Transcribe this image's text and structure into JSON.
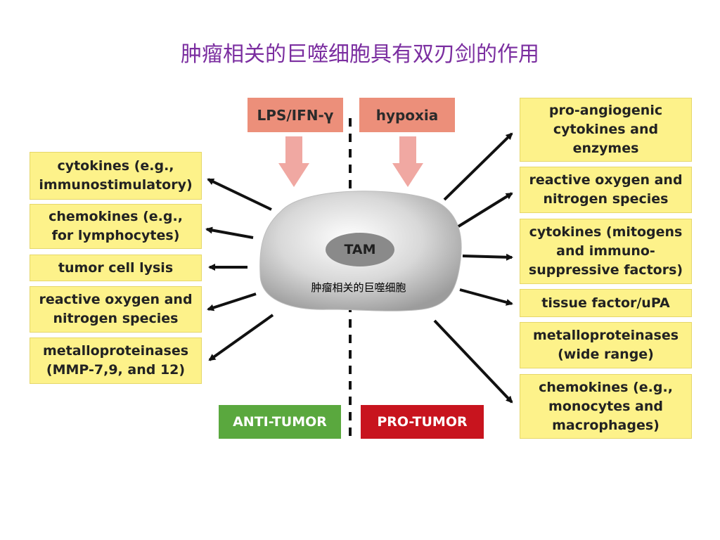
{
  "title": "肿瘤相关的巨噬细胞具有双刃剑的作用",
  "stimuli": {
    "left": "LPS/IFN-γ",
    "right": "hypoxia"
  },
  "cell": {
    "name": "TAM",
    "label": "肿瘤相关的巨噬细胞"
  },
  "anti_tumor": {
    "tag": "ANTI-TUMOR",
    "items": [
      "cytokines (e.g.,\nimmunostimulatory)",
      "chemokines (e.g.,\nfor lymphocytes)",
      "tumor cell lysis",
      "reactive oxygen and\nnitrogen species",
      "metalloproteinases\n(MMP-7,9, and 12)"
    ]
  },
  "pro_tumor": {
    "tag": "PRO-TUMOR",
    "items": [
      "pro-angiogenic\ncytokines and\nenzymes",
      "reactive oxygen and\nnitrogen species",
      "cytokines (mitogens\nand  immuno-\nsuppressive factors)",
      "tissue factor/uPA",
      "metalloproteinases\n(wide range)",
      "chemokines (e.g.,\nmonocytes and\nmacrophages)"
    ]
  },
  "colors": {
    "title": "#7b2ea0",
    "box_fill": "#fdf28a",
    "stimulus_fill": "#ec8f7a",
    "anti_tumor": "#5aa83e",
    "pro_tumor": "#c8141e",
    "stimulus_arrow": "#f0a8a2"
  }
}
